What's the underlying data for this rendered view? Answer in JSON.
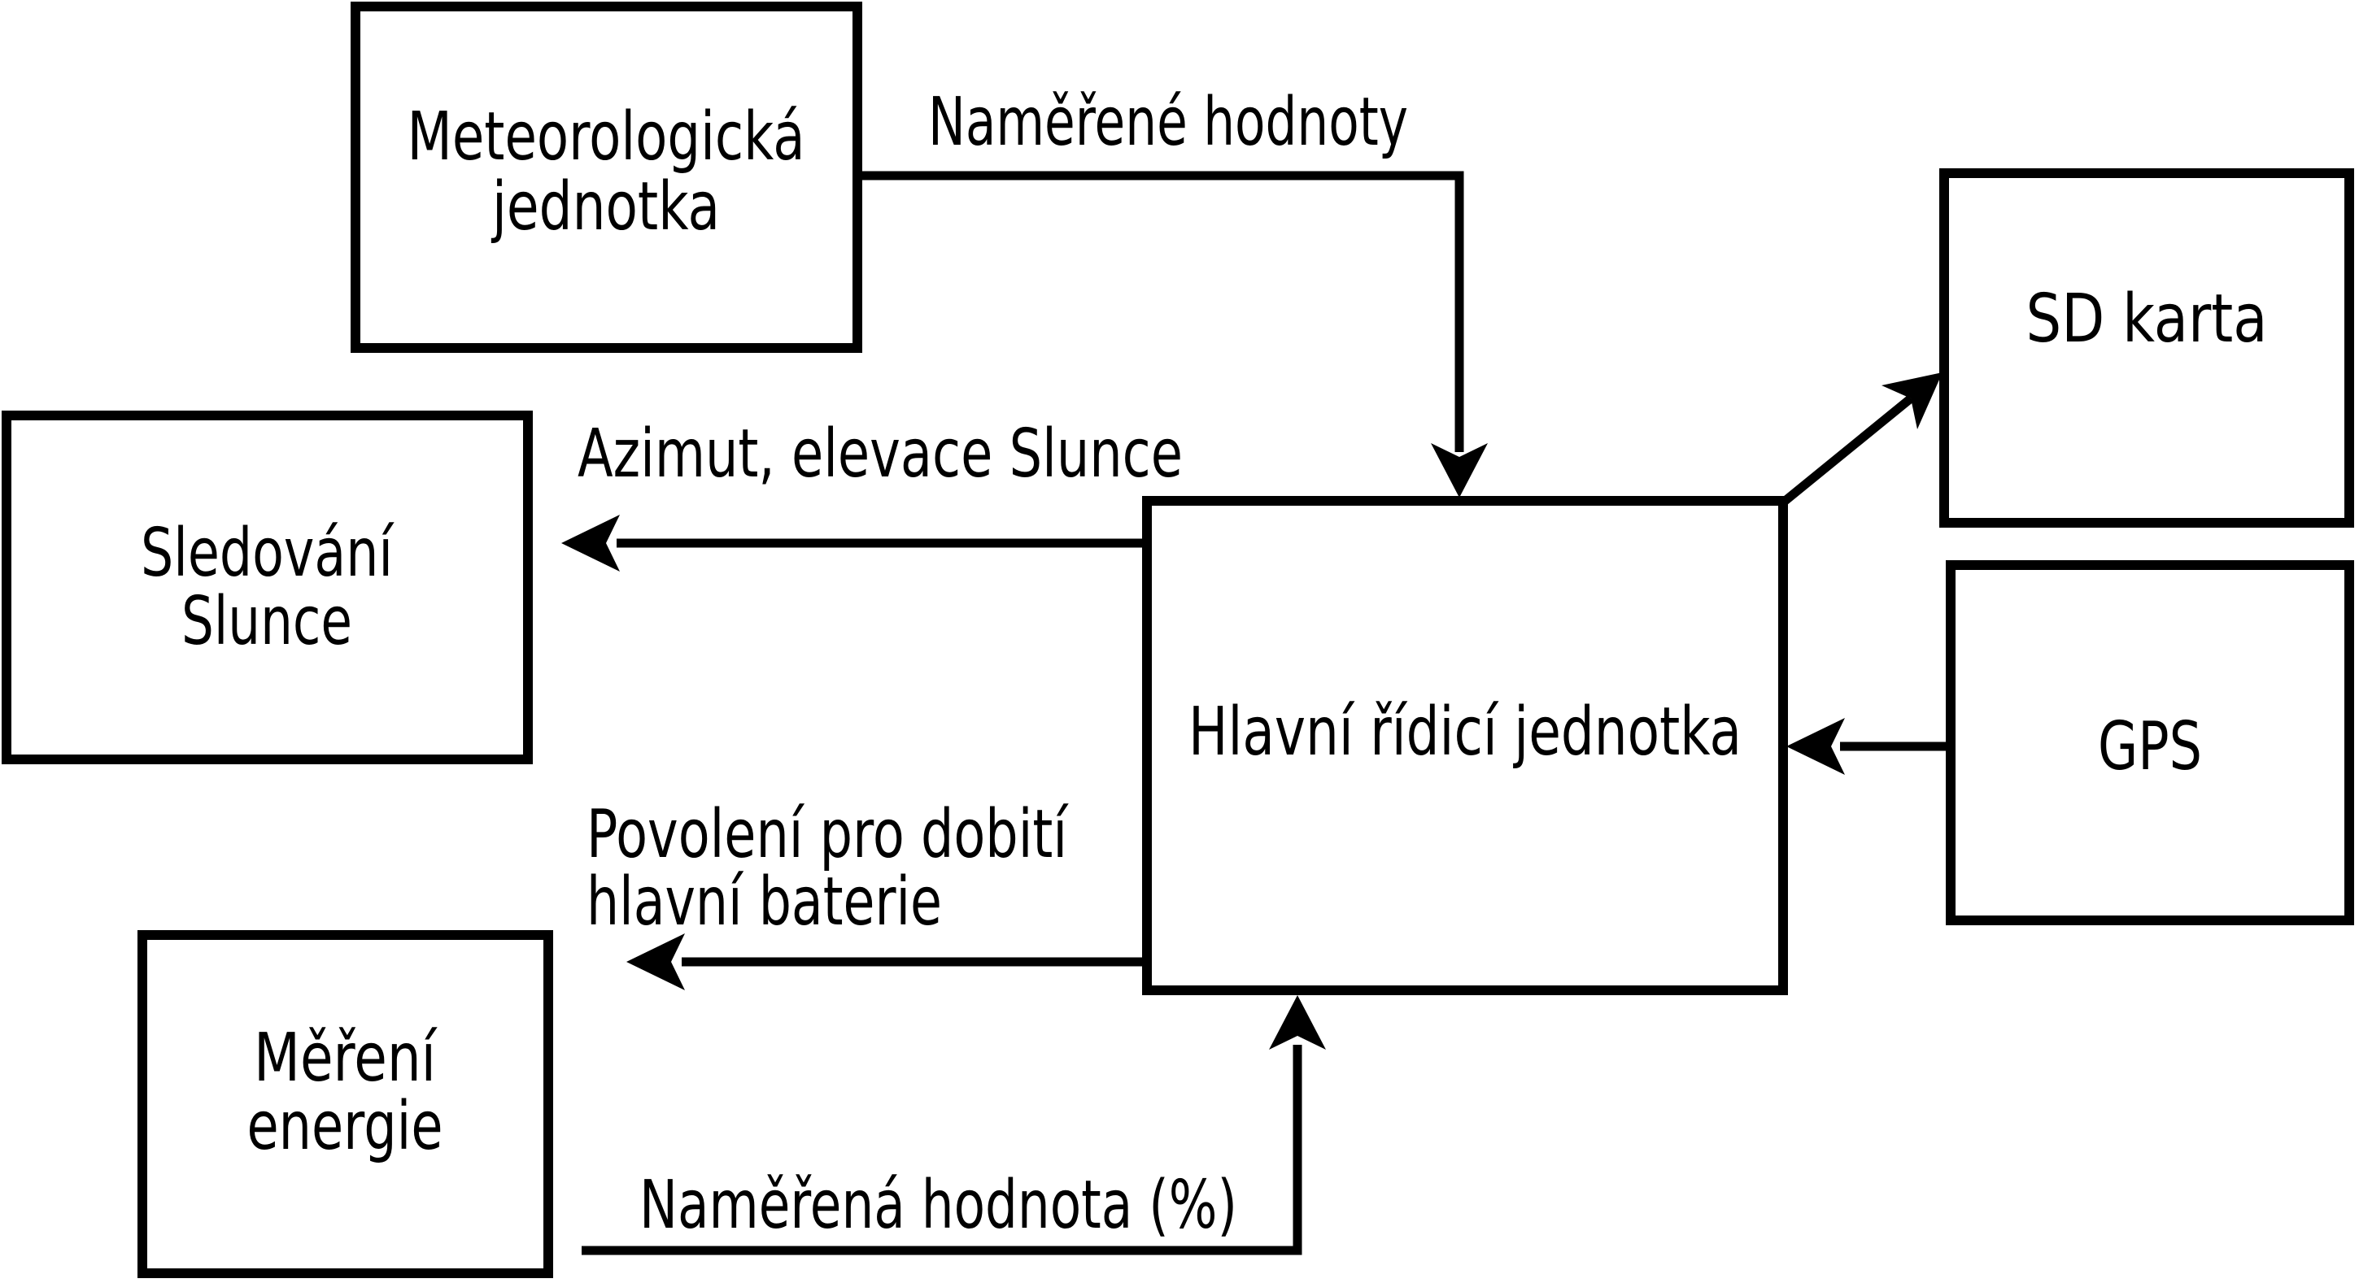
{
  "diagram": {
    "background_color": "#ffffff",
    "line_color": "#000000",
    "nodes": {
      "meteo": {
        "line1": "Meteorologická",
        "line2": "jednotka"
      },
      "sledovani": {
        "line1": "Sledování",
        "line2": "Slunce"
      },
      "mereni": {
        "line1": "Měření",
        "line2": "energie"
      },
      "main": {
        "label": "Hlavní řídicí jednotka"
      },
      "sd": {
        "label": "SD karta"
      },
      "gps": {
        "label": "GPS"
      }
    },
    "edges": {
      "meteo_to_main": {
        "label": "Naměřené hodnoty"
      },
      "main_to_sledovani": {
        "label": "Azimut, elevace Slunce"
      },
      "main_to_mereni": {
        "label_line1": "Povolení pro dobití",
        "label_line2": "hlavní baterie"
      },
      "mereni_to_main": {
        "label": "Naměřená hodnota (%)"
      },
      "gps_to_main": {
        "label": ""
      },
      "main_to_sd": {
        "label": ""
      }
    }
  }
}
